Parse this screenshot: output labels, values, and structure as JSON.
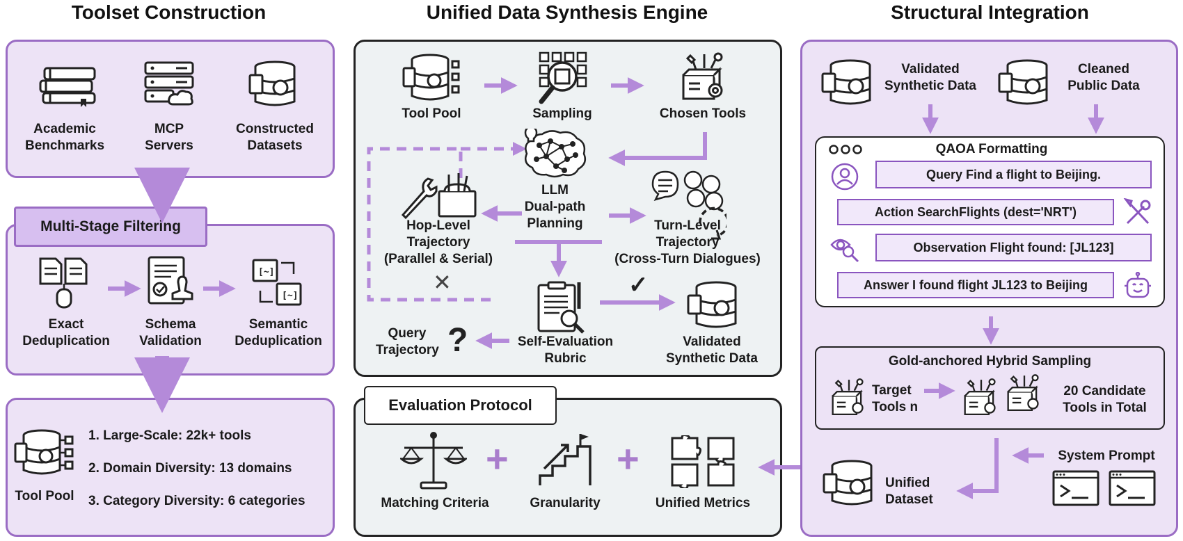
{
  "headings": {
    "toolset": "Toolset Construction",
    "engine": "Unified Data Synthesis Engine",
    "integration": "Structural Integration"
  },
  "toolset": {
    "sources": [
      {
        "label": "Academic\nBenchmarks",
        "icon": "books-icon"
      },
      {
        "label": "MCP\nServers",
        "icon": "server-cloud-icon"
      },
      {
        "label": "Constructed\nDatasets",
        "icon": "database-icon"
      }
    ],
    "filtering_title": "Multi-Stage Filtering",
    "filters": [
      {
        "label": "Exact\nDeduplication",
        "icon": "documents-compare-icon"
      },
      {
        "label": "Schema\nValidation",
        "icon": "document-stamp-icon"
      },
      {
        "label": "Semantic\nDeduplication",
        "icon": "folders-exchange-icon"
      }
    ],
    "pool_label": "Tool Pool",
    "stats": [
      "1. Large-Scale: 22k+ tools",
      "2. Domain Diversity: 13 domains",
      "3. Category Diversity: 6 categories"
    ]
  },
  "engine": {
    "tool_pool": "Tool Pool",
    "sampling": "Sampling",
    "chosen_tools": "Chosen Tools",
    "llm": "LLM\nDual-path\nPlanning",
    "hop_level": "Hop-Level\nTrajectory\n(Parallel & Serial)",
    "turn_level": "Turn-Level\nTrajectory\n(Cross-Turn Dialogues)",
    "self_eval": "Self-Evaluation\nRubric",
    "validated": "Validated\nSynthetic Data",
    "query_traj": "Query\nTrajectory",
    "cross_mark": "✕",
    "check_mark": "✓",
    "question_mark": "?"
  },
  "evaluation": {
    "title": "Evaluation Protocol",
    "items": [
      {
        "label": "Matching Criteria",
        "icon": "scales-icon"
      },
      {
        "label": "Granularity",
        "icon": "stairs-flag-icon"
      },
      {
        "label": "Unified Metrics",
        "icon": "puzzle-icon"
      }
    ],
    "plus": "+"
  },
  "integration": {
    "validated": "Validated\nSynthetic Data",
    "cleaned": "Cleaned\nPublic Data",
    "qaoa_title": "QAOA Formatting",
    "qaoa": [
      "Query Find a flight to Beijing.",
      "Action SearchFlights (dest='NRT')",
      "Observation Flight found: [JL123]",
      "Answer I found flight JL123 to Beijing"
    ],
    "sampling_title": "Gold-anchored Hybrid Sampling",
    "target_tools": "Target\nTools n",
    "candidates": "20 Candidate\nTools in Total",
    "system_prompt": "System Prompt",
    "unified_dataset": "Unified\nDataset"
  },
  "colors": {
    "purple_border": "#9a6cc4",
    "purple_fill": "#ede3f6",
    "arrow": "#b48ad9",
    "grey_fill": "#eef2f3"
  }
}
